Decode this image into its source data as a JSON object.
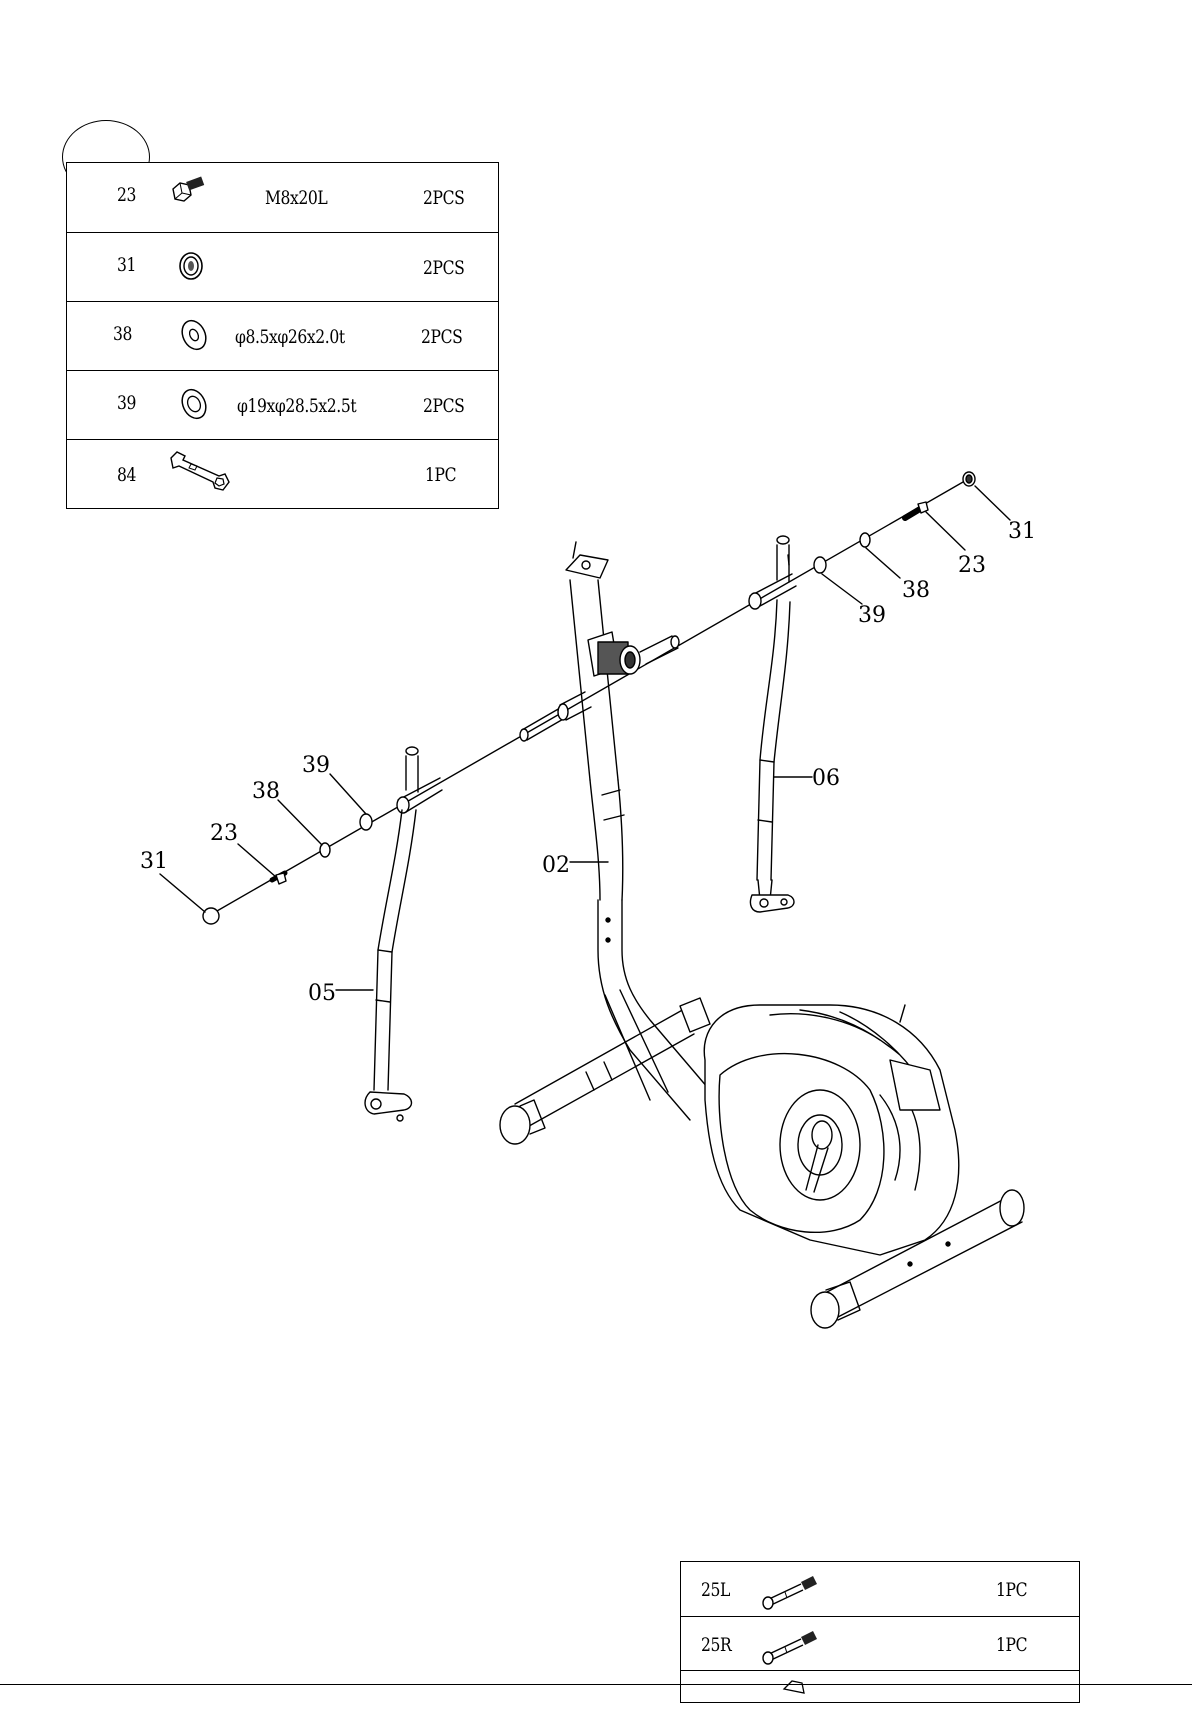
{
  "top_table": {
    "rows": [
      {
        "no": "23",
        "icon": "hex-bolt-icon",
        "spec": "M8x20L",
        "qty": "2PCS"
      },
      {
        "no": "31",
        "icon": "nylon-nut-icon",
        "spec": "",
        "qty": "2PCS"
      },
      {
        "no": "38",
        "icon": "flat-washer-icon",
        "spec": "φ8.5xφ26x2.0t",
        "qty": "2PCS"
      },
      {
        "no": "39",
        "icon": "flat-washer-icon",
        "spec": "φ19xφ28.5x2.5t",
        "qty": "2PCS"
      },
      {
        "no": "84",
        "icon": "wrench-icon",
        "spec": "",
        "qty": "1PC"
      }
    ]
  },
  "bottom_table": {
    "rows": [
      {
        "no": "25L",
        "icon": "pedal-axle-icon",
        "qty": "1PC"
      },
      {
        "no": "25R",
        "icon": "pedal-axle-icon",
        "qty": "1PC"
      }
    ]
  },
  "callouts": {
    "c31_right": "31",
    "c23_right": "23",
    "c38_right": "38",
    "c39_right": "39",
    "c06": "06",
    "c39_left": "39",
    "c38_left": "38",
    "c23_left": "23",
    "c31_left": "31",
    "c02": "02",
    "c05": "05"
  }
}
